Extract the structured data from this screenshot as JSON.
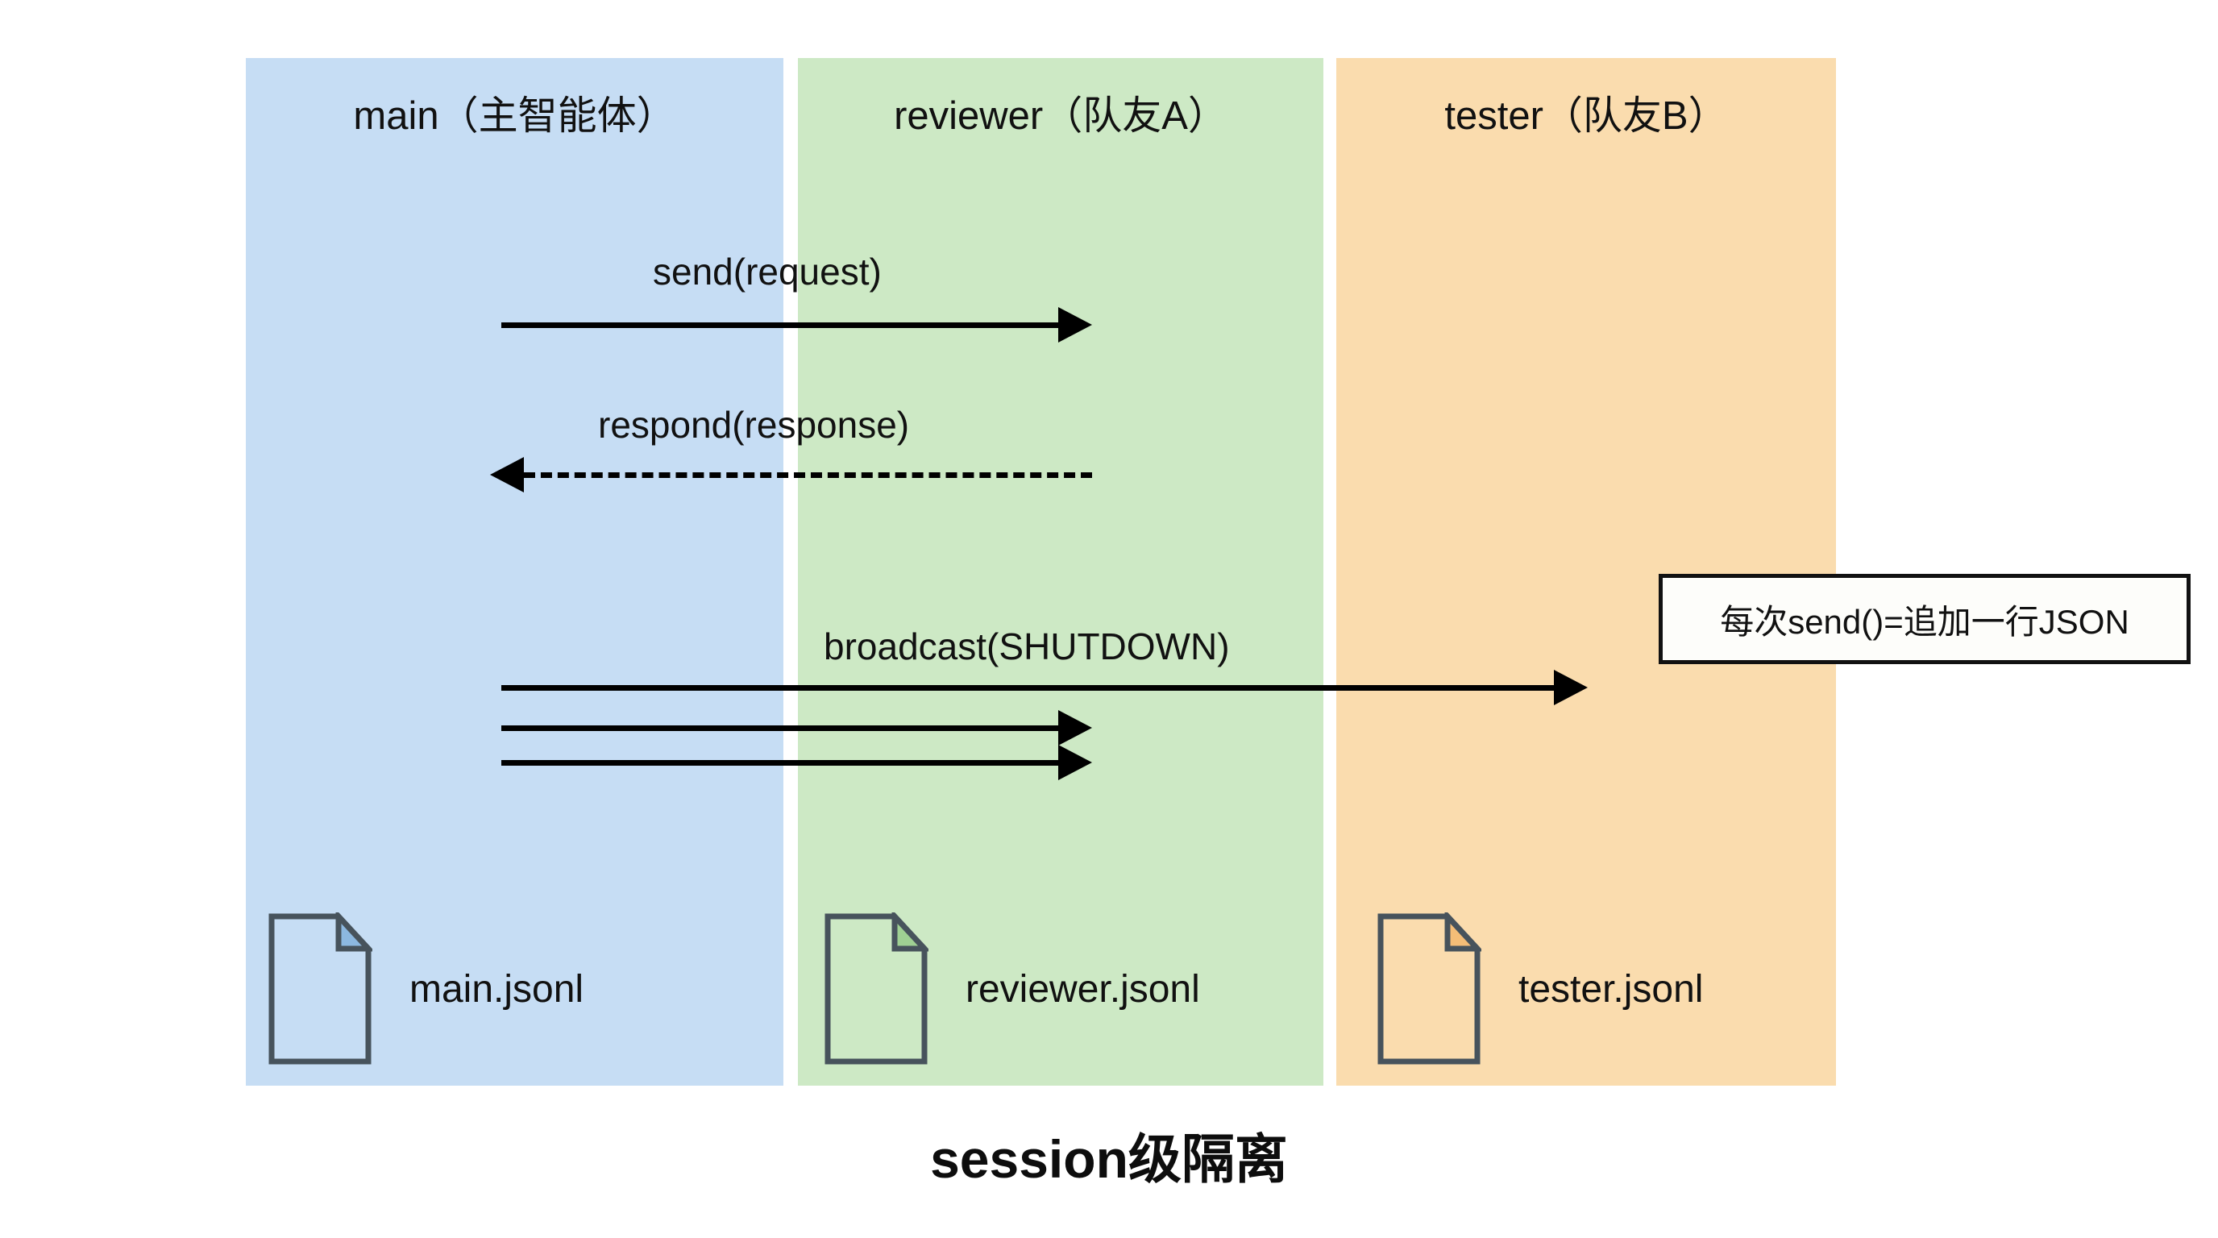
{
  "diagram": {
    "caption": "session级隔离",
    "participants": [
      {
        "id": "main",
        "title": "main（主智能体）",
        "color": "#c6ddf4",
        "fold_color": "#8cb8e0",
        "file": "main.jsonl"
      },
      {
        "id": "reviewer",
        "title": "reviewer（队友A）",
        "color": "#cde9c5",
        "fold_color": "#9fd093",
        "file": "reviewer.jsonl"
      },
      {
        "id": "tester",
        "title": "tester（队友B）",
        "color": "#fadcae",
        "fold_color": "#f4bd77",
        "file": "tester.jsonl"
      }
    ],
    "messages": [
      {
        "id": "m1",
        "label": "send(request)",
        "from": "main",
        "to": "reviewer",
        "style": "solid",
        "direction": "right"
      },
      {
        "id": "m2",
        "label": "respond(response)",
        "from": "reviewer",
        "to": "main",
        "style": "dashed",
        "direction": "left"
      },
      {
        "id": "m3",
        "label": "broadcast(SHUTDOWN)",
        "from": "main",
        "to": "tester",
        "style": "solid",
        "direction": "right"
      },
      {
        "id": "m4",
        "label": "",
        "from": "main",
        "to": "reviewer",
        "style": "solid",
        "direction": "right"
      },
      {
        "id": "m5",
        "label": "",
        "from": "main",
        "to": "reviewer",
        "style": "solid",
        "direction": "right"
      }
    ],
    "note": {
      "text": "每次send()=追加一行JSON",
      "attached_to": "tester"
    },
    "icons": {
      "file": "file-document-icon"
    }
  }
}
